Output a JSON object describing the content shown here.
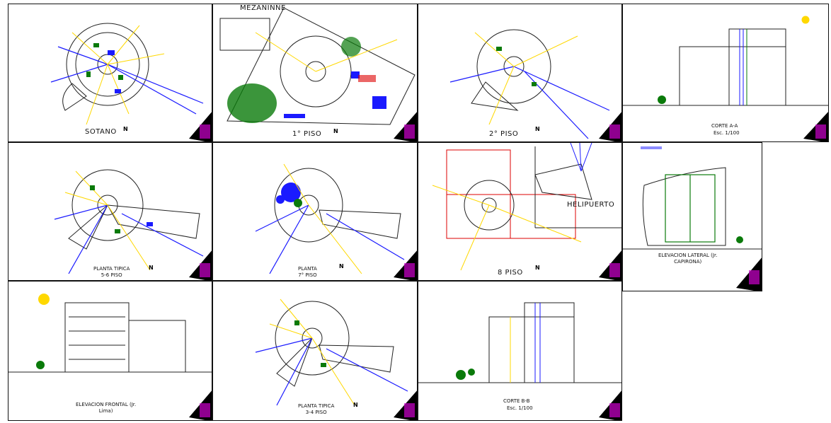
{
  "sheets": {
    "sotano": {
      "title": "SOTANO"
    },
    "piso1": {
      "title": "1° PISO",
      "mezanine": "MEZANINNE"
    },
    "piso2": {
      "title": "2° PISO"
    },
    "corte_aa": {
      "title": "CORTE A-A",
      "scale": "Esc. 1/100"
    },
    "tipica56": {
      "title": "PLANTA TIPICA",
      "subtitle": "5-6 PISO"
    },
    "planta7": {
      "title": "PLANTA",
      "subtitle": "7° PISO"
    },
    "piso8": {
      "title": "8  PISO",
      "helipuerto": "HELIPUERTO"
    },
    "elev_lateral": {
      "title": "ELEVACION LATERAL (Jr.",
      "subtitle": "CAPIRONA)"
    },
    "elev_frontal": {
      "title": "ELEVACION FRONTAL (Jr.",
      "subtitle": "Lima)"
    },
    "tipica34": {
      "title": "PLANTA TIPICA",
      "subtitle": "3-4 PISO"
    },
    "corte_bb": {
      "title": "CORTE B-B",
      "scale": "Esc. 1/100"
    }
  },
  "north_label": "N",
  "colors": {
    "blue": "#1a1aff",
    "yellow": "#ffd800",
    "green": "#0a7a0a",
    "magenta": "#cc00cc",
    "red": "#dd0000",
    "line": "#111111"
  }
}
